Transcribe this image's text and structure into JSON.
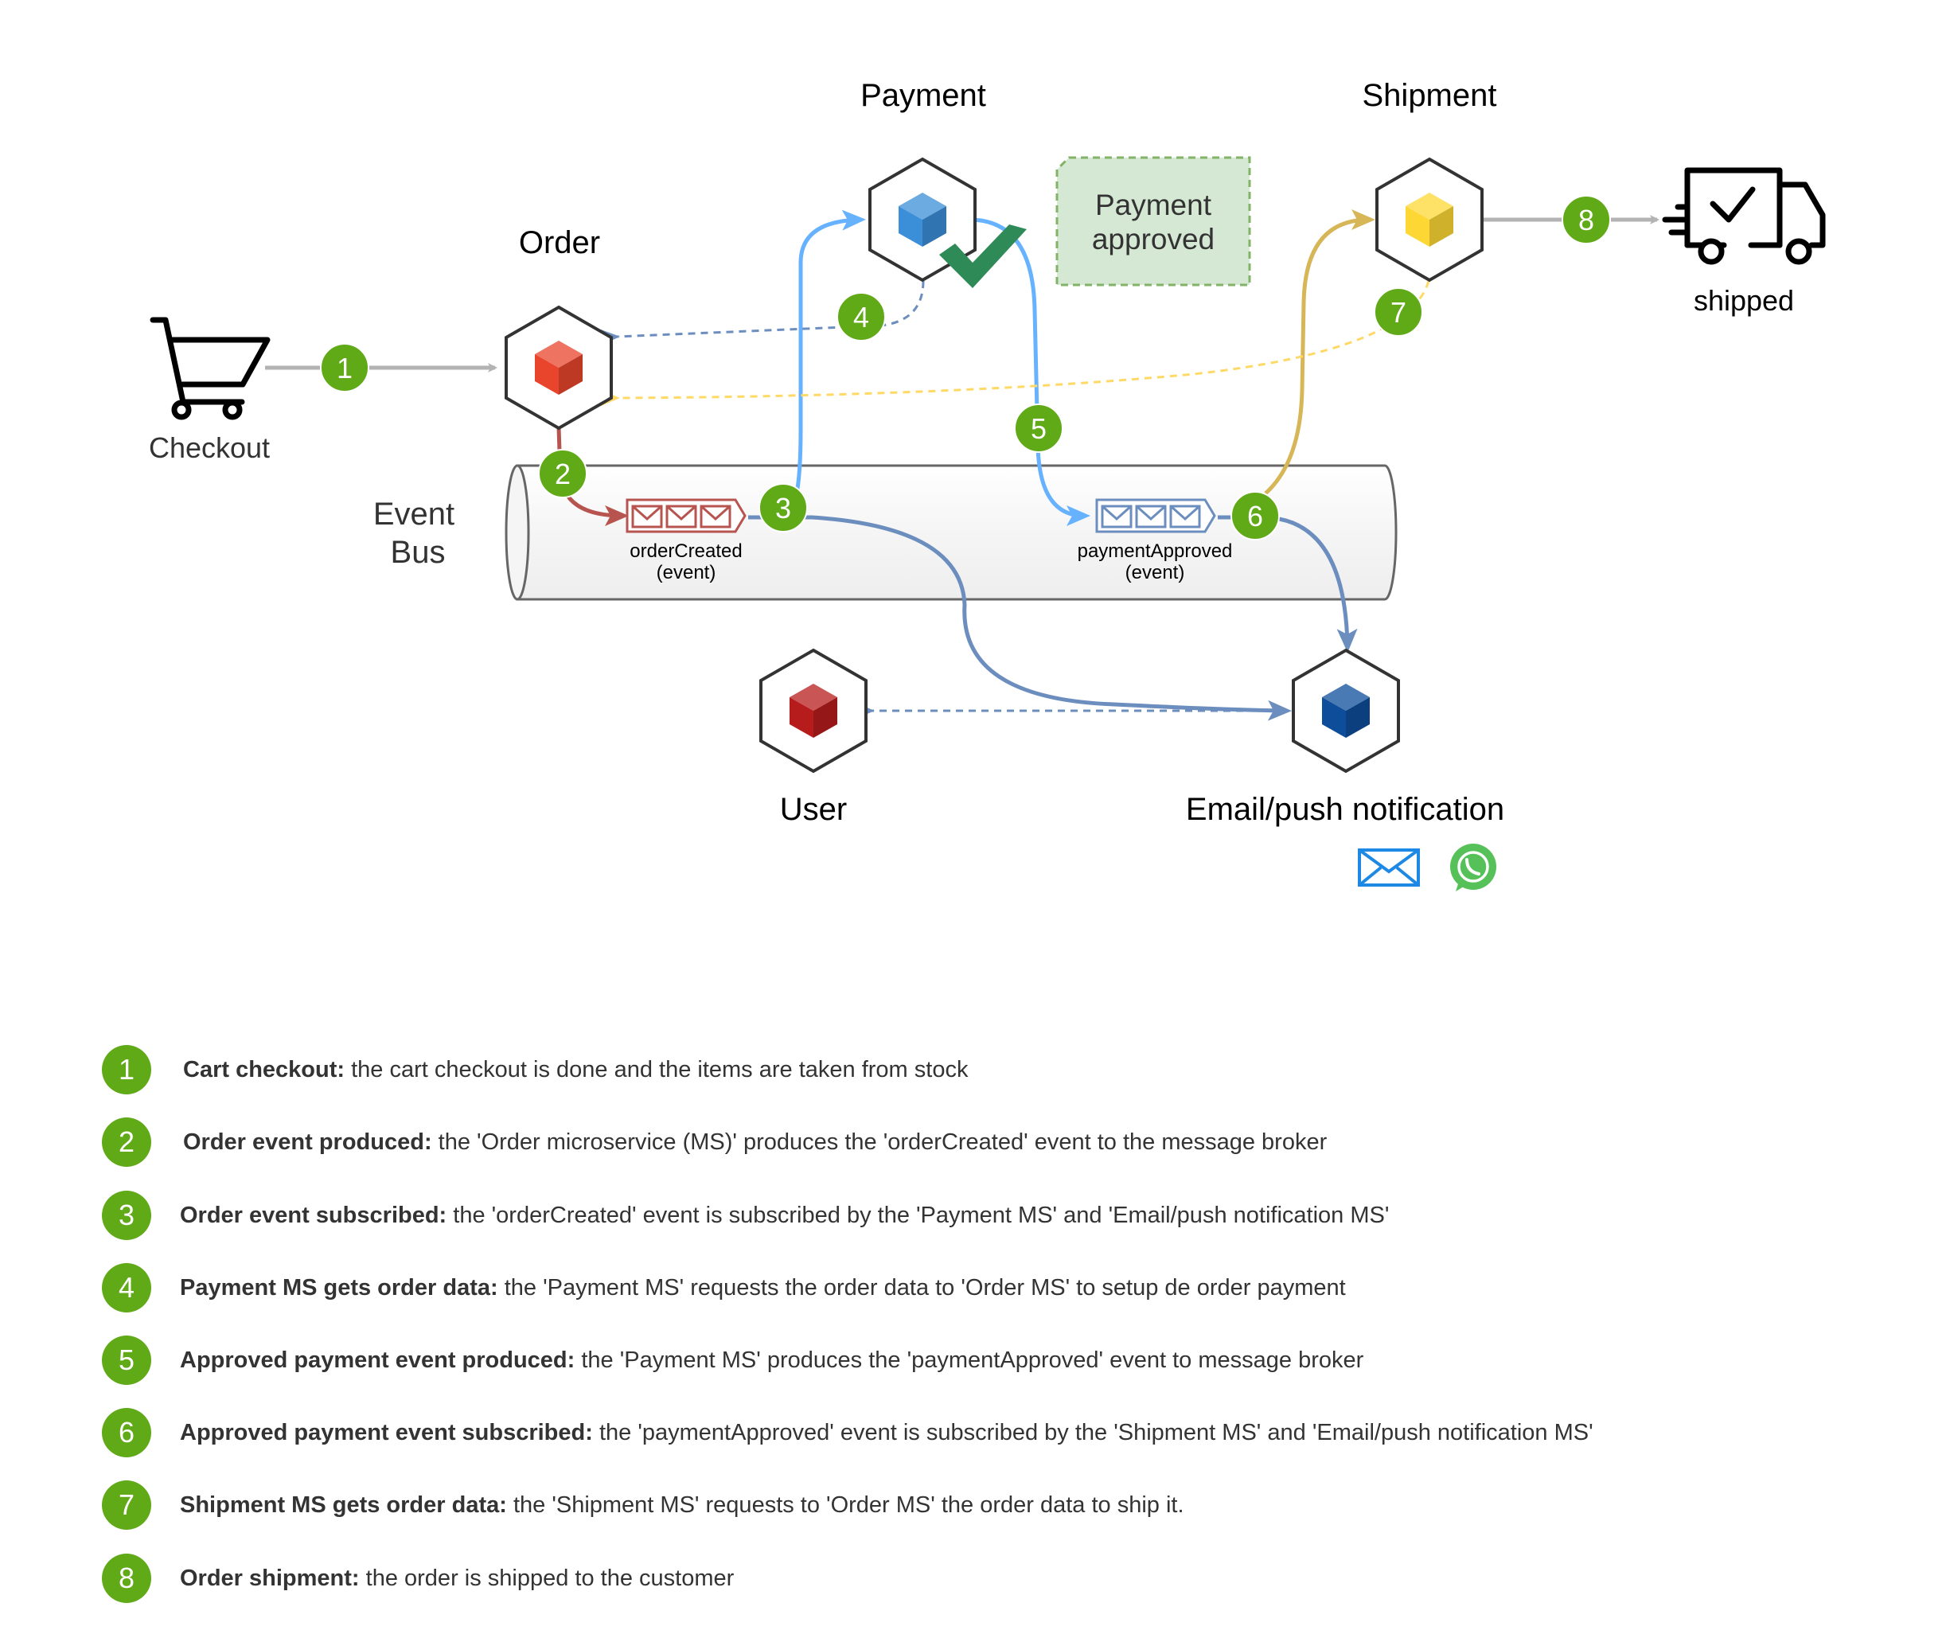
{
  "services": {
    "order": "Order",
    "payment": "Payment",
    "shipment": "Shipment",
    "user": "User",
    "notification": "Email/push notification"
  },
  "checkout_label": "Checkout",
  "shipped_label": "shipped",
  "event_bus_label_line1": "Event",
  "event_bus_label_line2": "Bus",
  "events": {
    "order_created_name": "orderCreated",
    "order_created_type": "(event)",
    "payment_approved_name": "paymentApproved",
    "payment_approved_type": "(event)"
  },
  "note": {
    "line1": "Payment",
    "line2": "approved"
  },
  "step_badges": [
    "1",
    "2",
    "3",
    "4",
    "5",
    "6",
    "7",
    "8"
  ],
  "colors": {
    "step_badge": "#60a917",
    "order_cube": "#e8452c",
    "payment_cube": "#3b8fd8",
    "shipment_cube": "#fdd835",
    "user_cube": "#b71c1c",
    "notification_cube": "#0d4d9a",
    "order_created_flow": "#b85450",
    "payment_flow": "#66b2ff",
    "subscribe_flow": "#6c8ebf",
    "shipment_flow": "#d6b656",
    "note_fill": "#d5e8d4",
    "note_border": "#82b366",
    "checkmark": "#2e8b57"
  },
  "icons": [
    "cart-icon",
    "truck-icon",
    "email-icon",
    "whatsapp-icon",
    "checkmark-icon",
    "message-envelope-icon"
  ],
  "legend": [
    {
      "num": "1",
      "title": "Cart checkout:",
      "text": " the cart checkout is done and the items are taken from stock"
    },
    {
      "num": "2",
      "title": "Order event produced:",
      "text": " the 'Order microservice (MS)' produces the 'orderCreated' event to the message broker"
    },
    {
      "num": "3",
      "title": "Order event subscribed:",
      "text": " the 'orderCreated' event is subscribed by the 'Payment MS' and 'Email/push notification MS'"
    },
    {
      "num": "4",
      "title": "Payment MS gets order data:",
      "text": " the 'Payment MS' requests the order data to 'Order MS' to setup de order payment"
    },
    {
      "num": "5",
      "title": "Approved payment event produced:",
      "text": " the 'Payment MS' produces the 'paymentApproved' event to message broker"
    },
    {
      "num": "6",
      "title": "Approved payment event subscribed:",
      "text": " the 'paymentApproved' event is subscribed by the 'Shipment MS' and 'Email/push notification MS'"
    },
    {
      "num": "7",
      "title": "Shipment MS gets order data:",
      "text": " the 'Shipment MS' requests to 'Order MS' the order data to ship it."
    },
    {
      "num": "8",
      "title": "Order shipment:",
      "text": " the order is shipped to the customer"
    }
  ]
}
